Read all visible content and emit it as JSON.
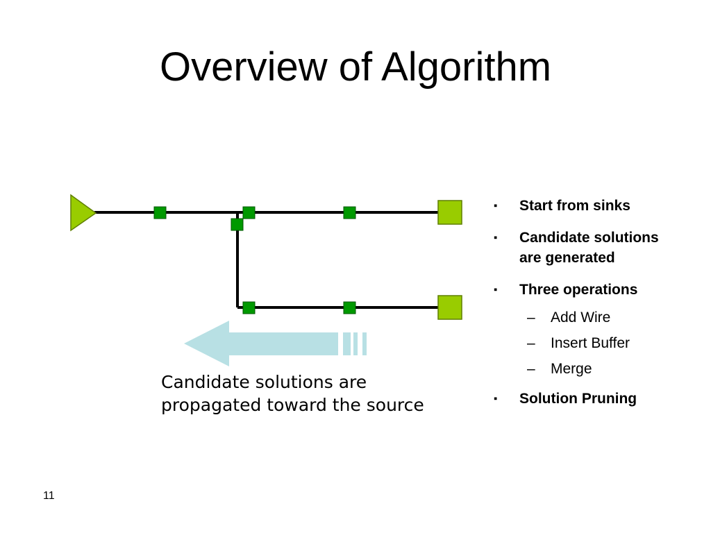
{
  "slide": {
    "title": "Overview of Algorithm",
    "caption_line1": "Candidate solutions are",
    "caption_line2": "propagated toward the source",
    "page_number": "11"
  },
  "bullets": [
    {
      "marker": "▪",
      "lines": [
        "Start from sinks"
      ]
    },
    {
      "marker": "▪",
      "lines": [
        "Candidate solutions",
        "are generated"
      ]
    },
    {
      "marker": "▪",
      "lines": [
        "Three operations"
      ]
    },
    {
      "marker": "▪",
      "lines": [
        "Solution Pruning"
      ]
    }
  ],
  "sub_bullets": [
    {
      "marker": "–",
      "text": "Add Wire"
    },
    {
      "marker": "–",
      "text": "Insert Buffer"
    },
    {
      "marker": "–",
      "text": "Merge"
    }
  ],
  "colors": {
    "source_fill": "#99cc00",
    "sink_fill": "#99cc00",
    "buffer_fill": "#009900",
    "wire": "#000000",
    "arrow": "#b8e0e4"
  },
  "icons": {
    "source": "triangle-source-icon",
    "sink": "square-sink-icon",
    "buffer": "square-buffer-icon",
    "arrow": "left-arrow-icon"
  }
}
